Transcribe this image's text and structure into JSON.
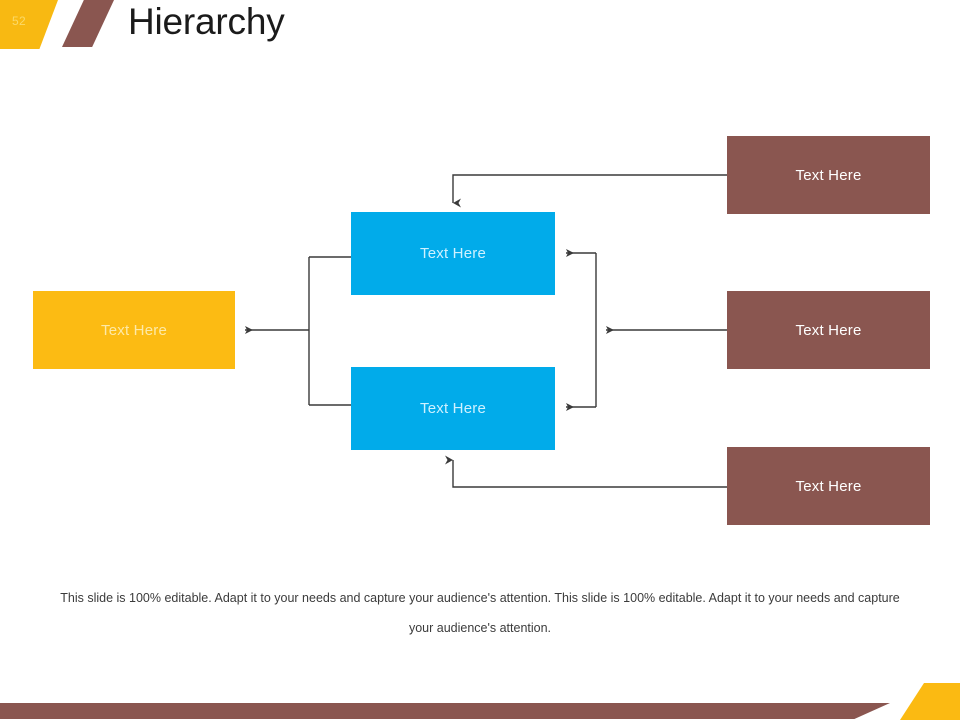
{
  "header": {
    "slide_number": "52",
    "title": "Hierarchy"
  },
  "diagram": {
    "nodes": [
      {
        "id": "brown-top",
        "label": "Text Here",
        "color": "#8A5650"
      },
      {
        "id": "brown-middle",
        "label": "Text Here",
        "color": "#8A5650"
      },
      {
        "id": "brown-bottom",
        "label": "Text Here",
        "color": "#8A5650"
      },
      {
        "id": "blue-top",
        "label": "Text Here",
        "color": "#01ABEA"
      },
      {
        "id": "blue-bottom",
        "label": "Text Here",
        "color": "#01ABEA"
      },
      {
        "id": "yellow-left",
        "label": "Text Here",
        "color": "#FCBB13"
      }
    ],
    "connector_color": "#3a3a3a"
  },
  "footer": {
    "note": "This slide is 100% editable. Adapt it to your needs and capture your audience's attention. This slide is 100% editable. Adapt it to your needs and capture your audience's attention."
  },
  "decoration": {
    "badge_color": "#F8B912",
    "slash_color": "#8A5650",
    "bottom_bar_color": "#8A5650",
    "bottom_wedge_color": "#FBBA12"
  }
}
